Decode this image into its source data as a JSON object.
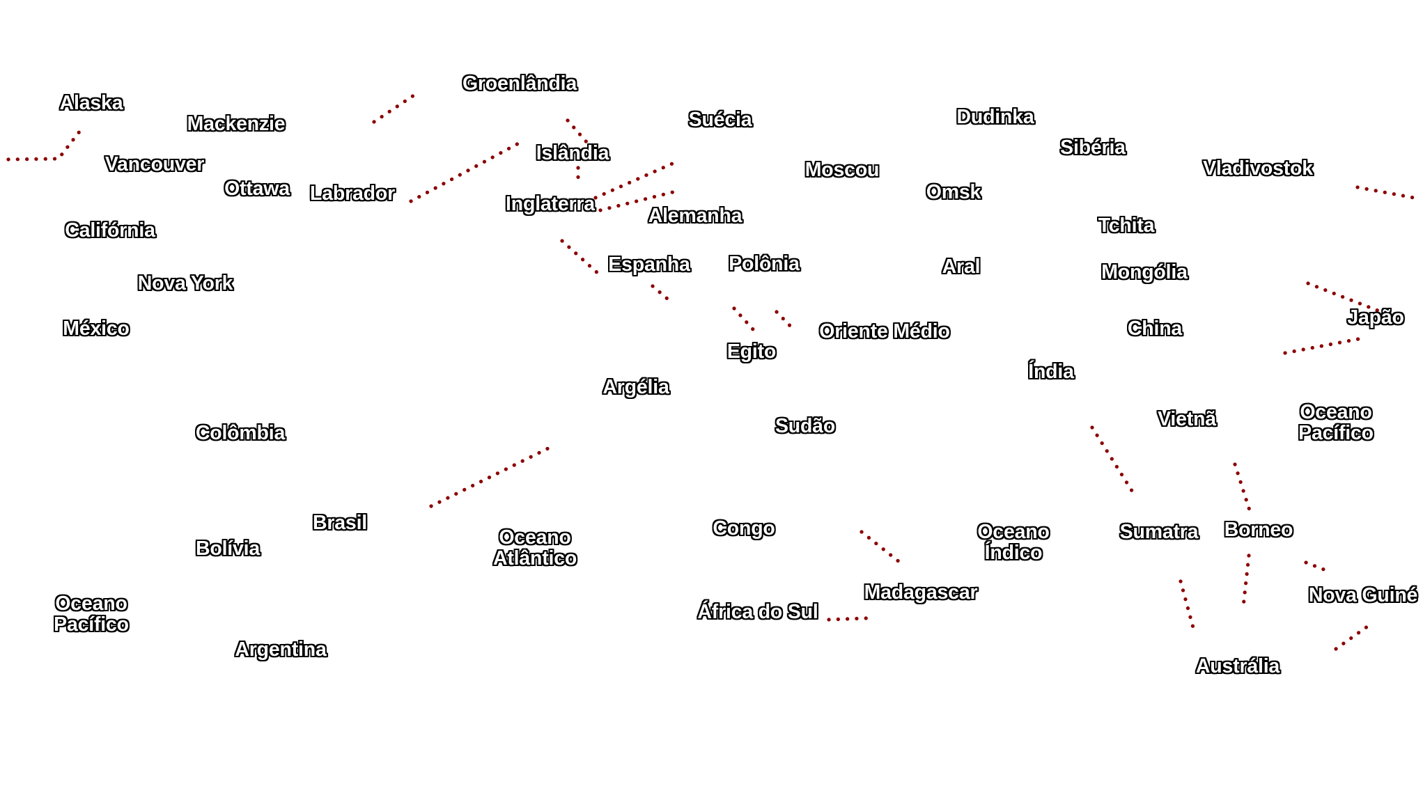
{
  "map": {
    "territories": {
      "alaska": "Alaska",
      "mackenzie": "Mackenzie",
      "groenlandia": "Groenlândia",
      "suecia": "Suécia",
      "dudinka": "Dudinka",
      "siberia": "Sibéria",
      "vladivostok": "Vladivostok",
      "vancouver": "Vancouver",
      "ottawa": "Ottawa",
      "labrador": "Labrador",
      "islandia": "Islândia",
      "inglaterra": "Inglaterra",
      "moscou": "Moscou",
      "omsk": "Omsk",
      "alemanha": "Alemanha",
      "tchita": "Tchita",
      "california": "Califórnia",
      "espanha": "Espanha",
      "polonia": "Polônia",
      "aral": "Aral",
      "mongolia": "Mongólia",
      "nova_york": "Nova York",
      "japao": "Japão",
      "mexico": "México",
      "oriente_medio": "Oriente Médio",
      "china": "China",
      "egito": "Egito",
      "india": "Índia",
      "argelia": "Argélia",
      "oceano_pacifico_leste_l1": "Oceano",
      "oceano_pacifico_leste_l2": "Pacífico",
      "vietna": "Vietnã",
      "sudao": "Sudão",
      "colombia": "Colômbia",
      "brasil": "Brasil",
      "congo": "Congo",
      "oceano_indico_l1": "Oceano",
      "oceano_indico_l2": "Índico",
      "sumatra": "Sumatra",
      "borneo": "Borneo",
      "oceano_atlantico_l1": "Oceano",
      "oceano_atlantico_l2": "Atlântico",
      "bolivia": "Bolívia",
      "madagascar": "Madagascar",
      "nova_guine": "Nova Guiné",
      "oceano_pacifico_oeste_l1": "Oceano",
      "oceano_pacifico_oeste_l2": "Pacífico",
      "africa_do_sul": "África do Sul",
      "argentina": "Argentina",
      "australia": "Austrália"
    },
    "colors": {
      "label_fill": "#ffffff",
      "label_outline": "#000000",
      "sea_link": "#8b0000",
      "background": "#ffffff"
    }
  }
}
